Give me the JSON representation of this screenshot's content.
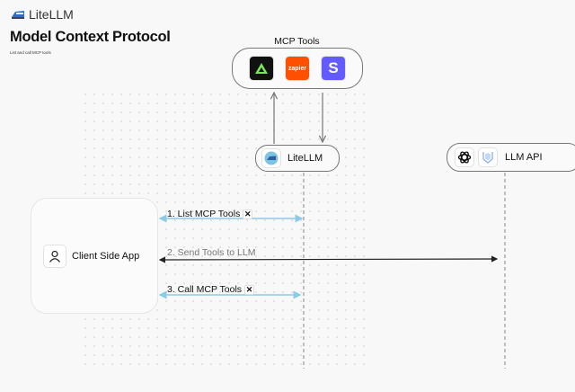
{
  "header": {
    "brand": "LiteLLM",
    "title": "Model Context Protocol",
    "subtitle": "List and call MCP tools"
  },
  "mcp_tools": {
    "label": "MCP Tools",
    "icons": [
      "arize-icon",
      "zapier-icon",
      "stripe-icon"
    ],
    "zapier_text": "zapier",
    "stripe_text": "S"
  },
  "litellm_node": {
    "label": "LiteLLM"
  },
  "llm_api_node": {
    "label": "LLM API",
    "icons": [
      "openai-icon",
      "llama-index-icon"
    ]
  },
  "client": {
    "label": "Client Side App"
  },
  "steps": [
    {
      "label": "1. List MCP Tools",
      "icon": "tools-icon",
      "color": "#8ccbe8"
    },
    {
      "label": "2. Send Tools to LLM",
      "color": "#222222"
    },
    {
      "label": "3. Call MCP Tools",
      "icon": "tools-icon",
      "color": "#8ccbe8"
    }
  ]
}
